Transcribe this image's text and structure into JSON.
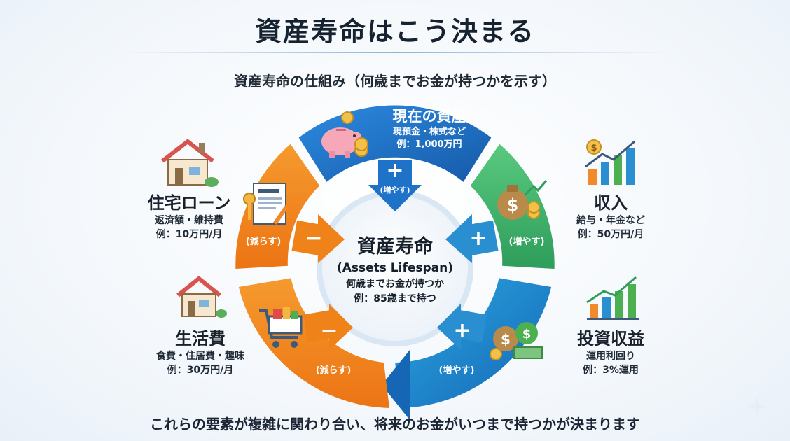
{
  "title": "資産寿命はこう決まる",
  "subtitle": "資産寿命の仕組み（何歳までお金が持つかを示す）",
  "footer": "これらの要素が複雑に関わり合い、将来のお金がいつまで持つかが決まります",
  "center": {
    "title": "資産寿命",
    "english": "(Assets Lifespan)",
    "desc": "何歳までお金が持つか",
    "example": "例：85歳まで持つ"
  },
  "top": {
    "title": "現在の資産",
    "desc": "現預金・株式など",
    "example": "例：1,000万円",
    "sign": "+",
    "effect": "(増やす)",
    "icon": "piggy-bank-icon"
  },
  "left_top": {
    "title": "住宅ローン",
    "desc": "返済額・維持費",
    "example": "例：10万円/月",
    "sign": "−",
    "effect": "(減らす)",
    "icon": "house-icon",
    "segment_icon": "loan-document-icon"
  },
  "left_bottom": {
    "title": "生活費",
    "desc": "食費・住居費・趣味",
    "example": "例：30万円/月",
    "sign": "−",
    "effect": "(減らす)",
    "icon": "house-icon",
    "segment_icon": "shopping-cart-icon"
  },
  "right_top": {
    "title": "収入",
    "desc": "給与・年金など",
    "example": "例：50万円/月",
    "sign": "+",
    "effect": "(増やす)",
    "icon": "growth-chart-icon",
    "segment_icon": "money-bag-icon"
  },
  "right_bottom": {
    "title": "投資収益",
    "desc": "運用利回り",
    "example": "例：3%運用",
    "sign": "+",
    "effect": "(増やす)",
    "icon": "growth-chart-icon",
    "segment_icon": "money-bags-icon"
  },
  "colors": {
    "blue": "#1e73c8",
    "green": "#3fb56b",
    "orange": "#f28a1f",
    "teal": "#1b8fd1"
  }
}
